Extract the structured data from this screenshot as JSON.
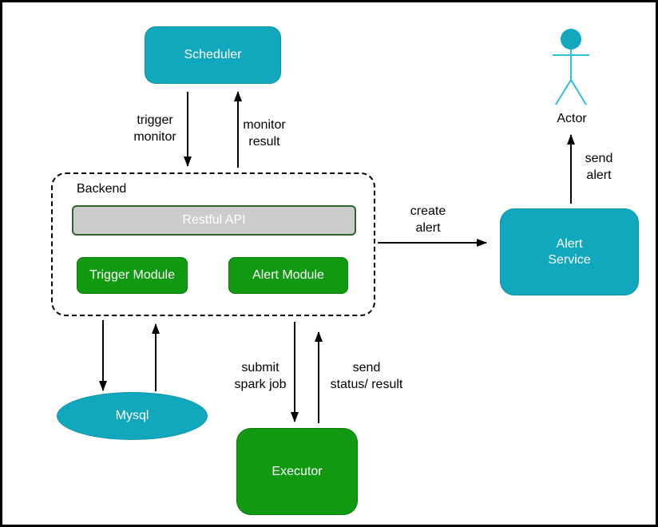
{
  "nodes": {
    "scheduler": {
      "label": "Scheduler"
    },
    "backend": {
      "label": "Backend"
    },
    "restful_api": {
      "label": "Restful API"
    },
    "trigger_module": {
      "label": "Trigger Module"
    },
    "alert_module": {
      "label": "Alert Module"
    },
    "alert_service": {
      "label": "Alert\nService"
    },
    "mysql": {
      "label": "Mysql"
    },
    "executor": {
      "label": "Executor"
    },
    "actor": {
      "label": "Actor"
    }
  },
  "edges": {
    "trigger_monitor": {
      "label": "trigger\nmonitor"
    },
    "monitor_result": {
      "label": "monitor\nresult"
    },
    "create_alert": {
      "label": "create\nalert"
    },
    "send_alert": {
      "label": "send\nalert"
    },
    "submit_spark_job": {
      "label": "submit\nspark job"
    },
    "send_status": {
      "label": "send\nstatus/ result"
    }
  },
  "colors": {
    "teal": "#11a8be",
    "teal-border": "#0d93a7",
    "teal-light": "#2cc0d8",
    "green": "#119a11",
    "green-border": "#0c7a0c",
    "gray": "#cccccc",
    "gray-border": "#2d662d",
    "arrow": "#000000"
  }
}
